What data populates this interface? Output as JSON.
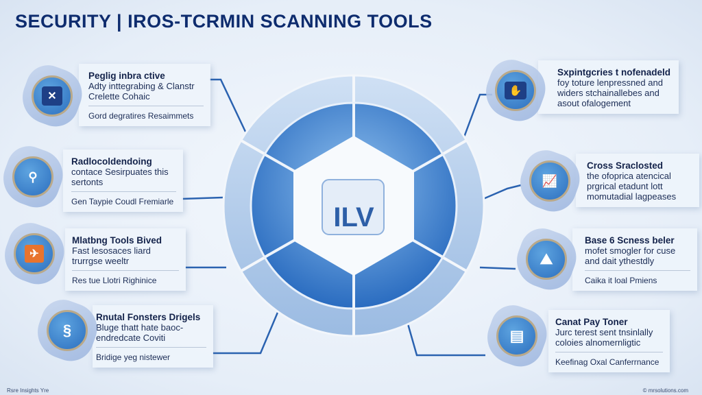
{
  "title": "SECURITY | IROS-TCRMIN SCANNING TOOLS",
  "center": {
    "logo_text": "ILV"
  },
  "cards": [
    {
      "heading": "Peglig inbra ctive",
      "desc": "Adty inttegrabing & Clanstr Crelette Cohaic",
      "footer": "Gord degratires Resaimmets",
      "icon": "shield-x-icon",
      "color": "#1e3f86"
    },
    {
      "heading": "Radlocoldendoing",
      "desc": "contace Sesirpuates this sertonts",
      "footer": "Gen Taypie Coudl Fremiarle",
      "icon": "microscope-icon",
      "color": "#5c9fdc"
    },
    {
      "heading": "Mlatbng Tools Bived",
      "desc": "Fast lesosaces liard trurrgse weeltr",
      "footer": "Res tue Llotri Righinice",
      "icon": "plane-badge-icon",
      "color": "#e8742e"
    },
    {
      "heading": "Rnutal Fonsters Drigels",
      "desc": "Bluge thatt hate baoc- endredcate Coviti",
      "footer": "Bridige yeg nistewer",
      "icon": "cloud-swirl-icon",
      "color": "#3b8ad6"
    },
    {
      "heading": "Sxpintgcries t nofenadeld",
      "desc": "foy toture lenpressned and widers stchainallebes and asout ofalogement",
      "footer": "",
      "icon": "tool-hand-icon",
      "color": "#1e3f86"
    },
    {
      "heading": "Cross Sraclosted",
      "desc": "the ofoprica atencical prgrical etadunt lott momutadial lagpeases",
      "footer": "",
      "icon": "graph-icon",
      "color": "#5c9fdc"
    },
    {
      "heading": "Base 6 Scness beler",
      "desc": "mofet smogler for cuse and dait ythestdly",
      "footer": "Caika it loal Pmiens",
      "icon": "map-icon",
      "color": "#2c6fbf"
    },
    {
      "heading": "Canat Pay Toner",
      "desc": "Jurc terest sent tnsinlally coloies alnomernligtic",
      "footer": "Keefinag Oxal Canferrnance",
      "icon": "document-icon",
      "color": "#2c6fbf"
    }
  ],
  "footer": {
    "left": "Rsre Insights Yre",
    "right": "© mrsolutions.com"
  }
}
